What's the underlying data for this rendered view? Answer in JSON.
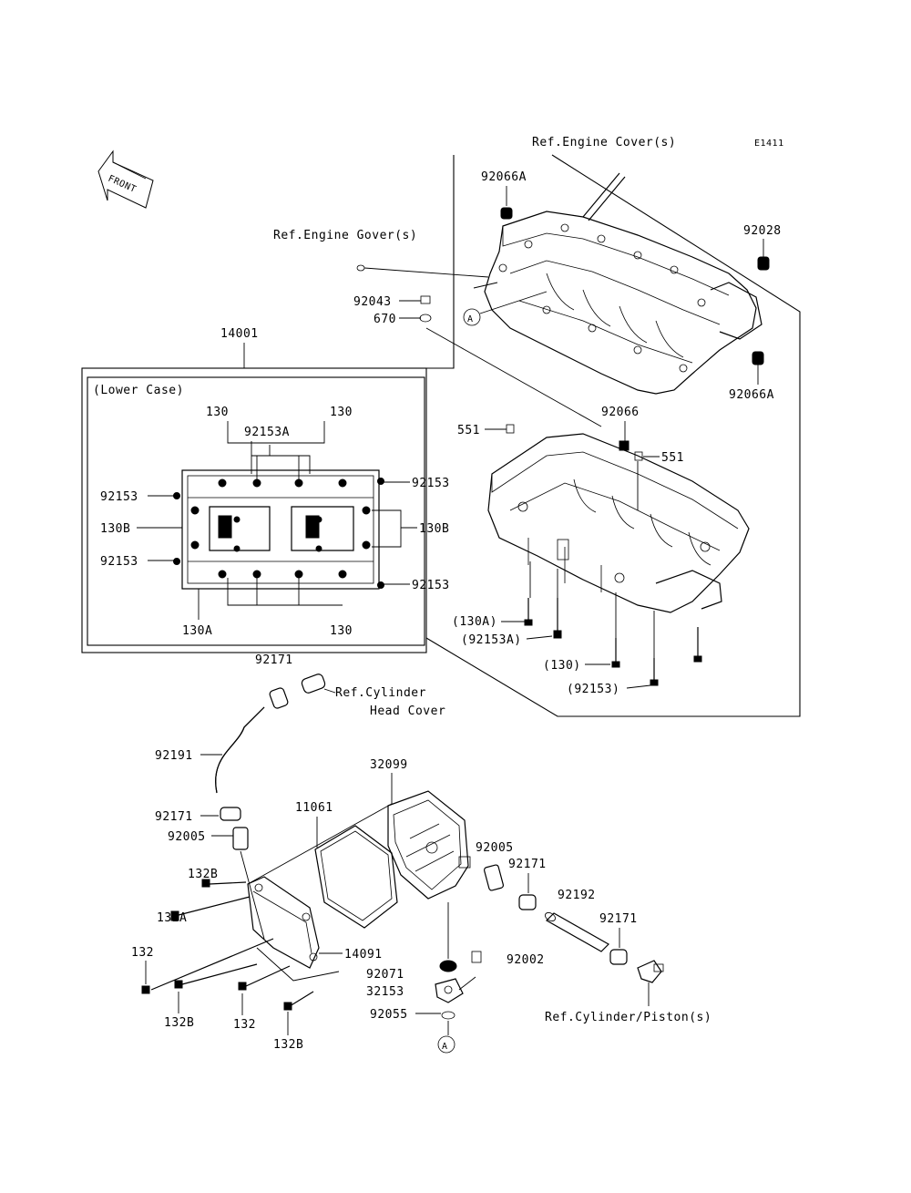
{
  "code": "E1411",
  "front_label": "FRONT",
  "box_title": "(Lower Case)",
  "ref_labels": {
    "engine_cover_top": "Ref.Engine Cover(s)",
    "engine_cover_left": "Ref.Engine Gover(s)",
    "cylinder_head_1": "Ref.Cylinder",
    "cylinder_head_2": "Head Cover",
    "cylinder_piston": "Ref.Cylinder/Piston(s)"
  },
  "marker": "A",
  "parts": {
    "p92066A_top": "92066A",
    "p92028": "92028",
    "p92043": "92043",
    "p670": "670",
    "p14001": "14001",
    "p92066A_right": "92066A",
    "p130_a": "130",
    "p130_b": "130",
    "p92153A": "92153A",
    "p92153_tl": "92153",
    "p92153_tr": "92153",
    "p130B_l": "130B",
    "p130B_r": "130B",
    "p92153_ml": "92153",
    "p92153_br": "92153",
    "p130A": "130A",
    "p130_c": "130",
    "p92066": "92066",
    "p551_a": "551",
    "p551_b": "551",
    "p130A_paren": "(130A)",
    "p92153A_paren": "(92153A)",
    "p130_paren": "(130)",
    "p92153_paren": "(92153)",
    "p92171_top": "92171",
    "p92191": "92191",
    "p92171_mid": "92171",
    "p92005_l": "92005",
    "p11061": "11061",
    "p32099": "32099",
    "p92005_r": "92005",
    "p92171_r": "92171",
    "p132B_a": "132B",
    "p132A": "132A",
    "p132_l": "132",
    "p132B_b": "132B",
    "p132_m": "132",
    "p132B_c": "132B",
    "p14091": "14091",
    "p92071": "92071",
    "p32153": "32153",
    "p92055": "92055",
    "p92002": "92002",
    "p92192": "92192",
    "p92171_rr": "92171"
  }
}
